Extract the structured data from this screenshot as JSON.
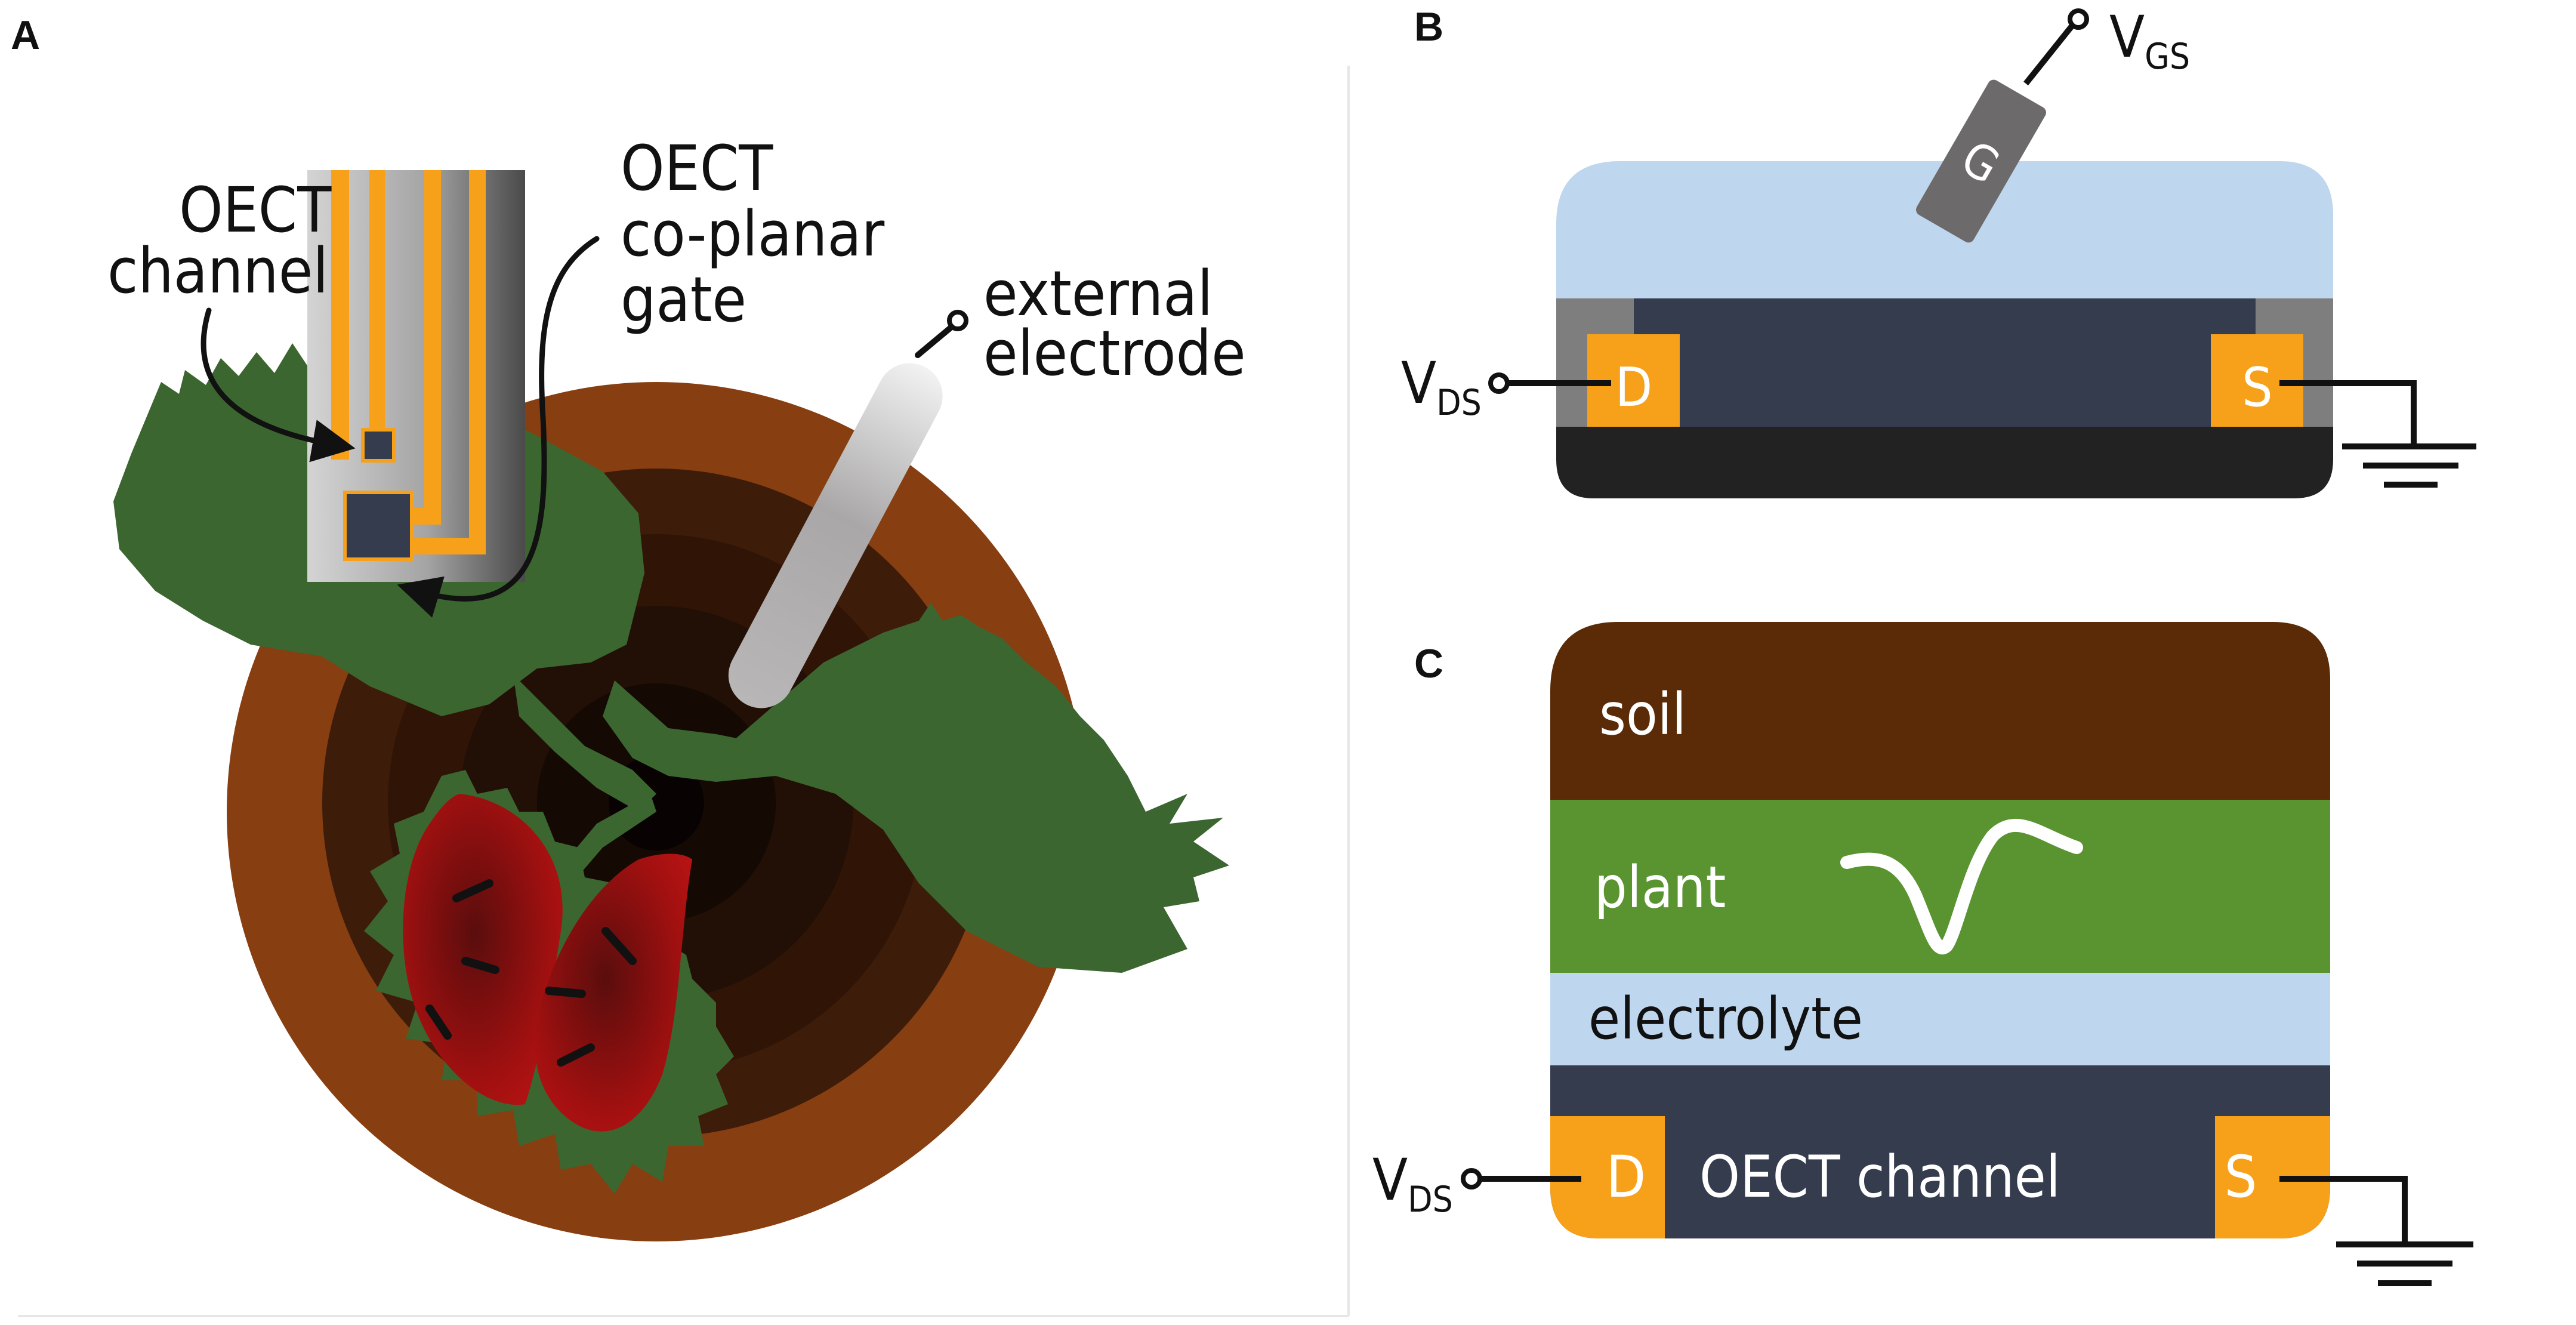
{
  "panels": {
    "a": {
      "letter": "A",
      "labels": {
        "oect_channel_line1": "OECT",
        "oect_channel_line2": "channel",
        "coplanar_gate_line1": "OECT",
        "coplanar_gate_line2": "co-planar",
        "coplanar_gate_line3": "gate",
        "external_electrode_line1": "external",
        "external_electrode_line2": "electrode"
      }
    },
    "b": {
      "letter": "B",
      "gate_label": "G",
      "vgs_main": "V",
      "vgs_sub": "GS",
      "vds_main": "V",
      "vds_sub": "DS",
      "drain_label": "D",
      "source_label": "S"
    },
    "c": {
      "letter": "C",
      "soil_label": "soil",
      "plant_label": "plant",
      "electrolyte_label": "electrolyte",
      "channel_label": "OECT channel",
      "vds_main": "V",
      "vds_sub": "DS",
      "drain_label": "D",
      "source_label": "S"
    }
  },
  "colors": {
    "orange": "#f7a11a",
    "electrolyte": "#bed6ee",
    "channel": "#343c4e",
    "substrate": "#222222",
    "soil": "#5a2b06",
    "plant": "#5a9430",
    "leaf": "#3c6630",
    "pot": "#873e10",
    "trap_red": "#a01010"
  }
}
